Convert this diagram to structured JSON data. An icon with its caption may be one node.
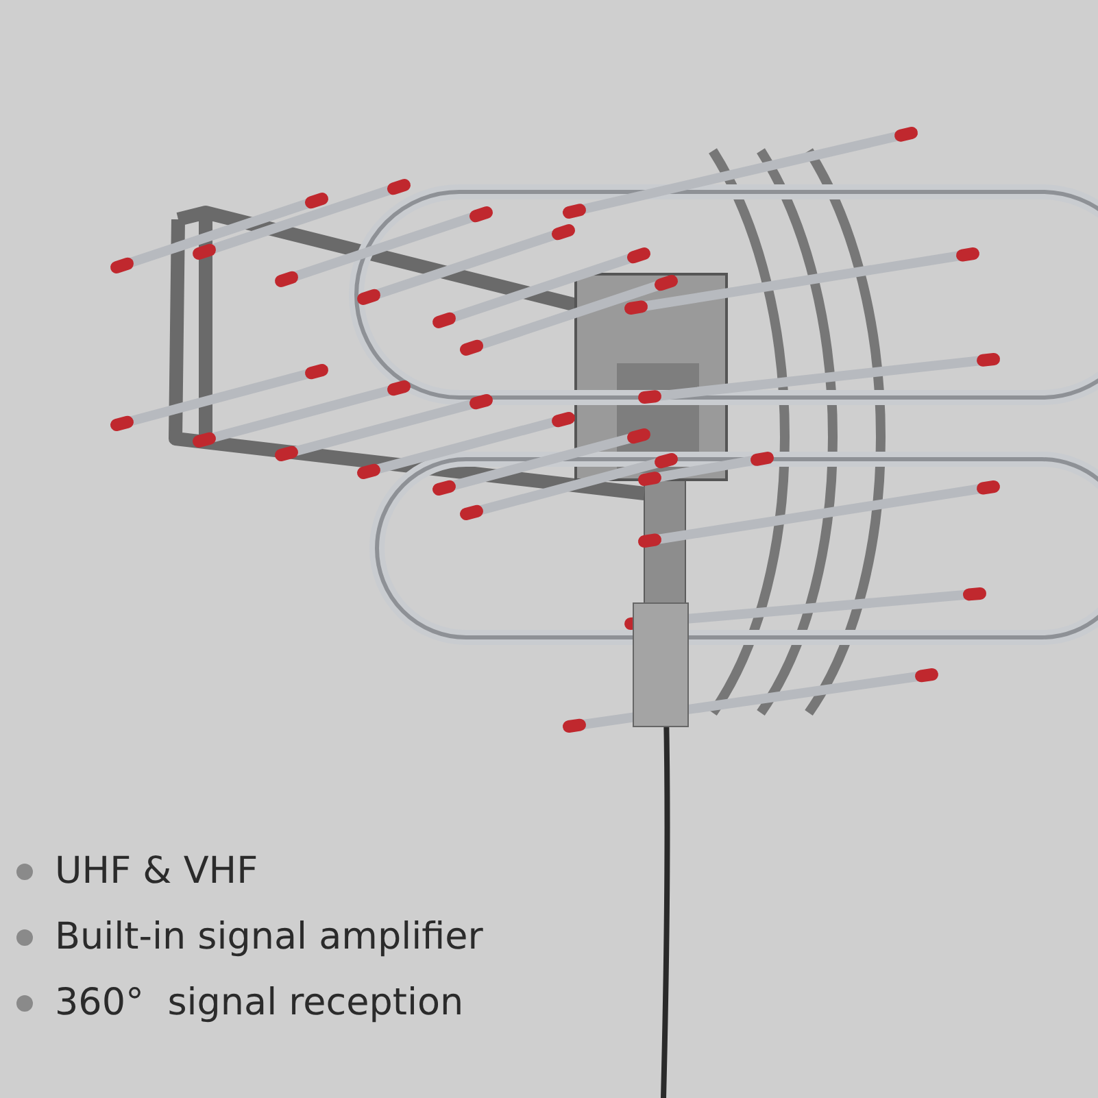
{
  "diagram": {
    "labels": [
      "UHF & VHF",
      "Built-in signal amplifier",
      "360°  signal reception"
    ]
  }
}
